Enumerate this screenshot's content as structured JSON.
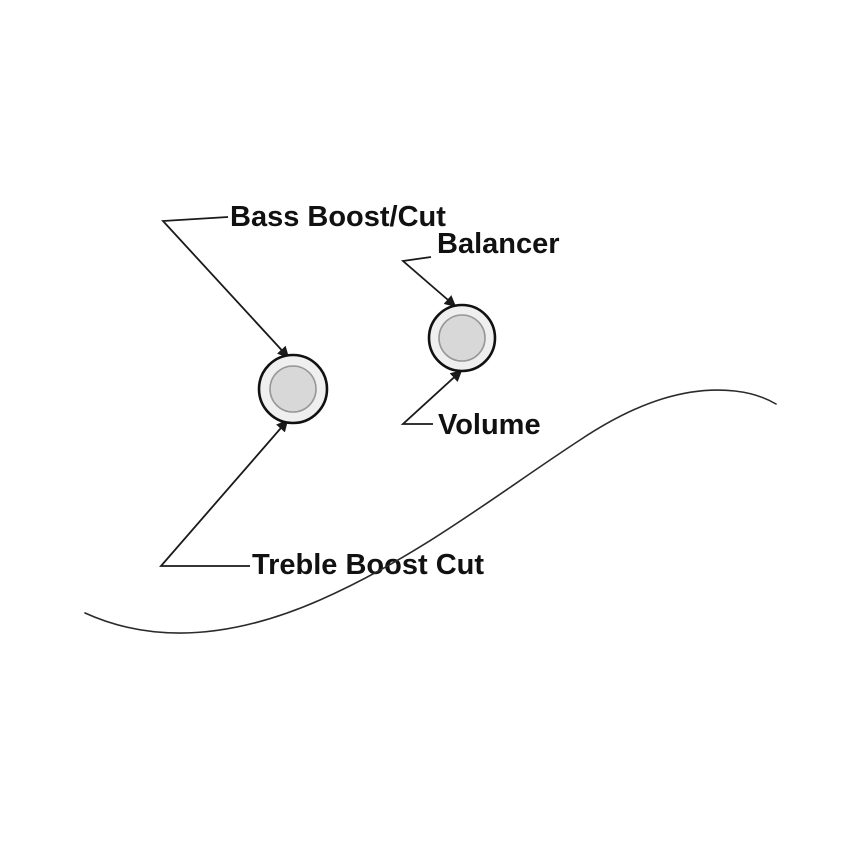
{
  "diagram": {
    "background": "#ffffff",
    "labels": {
      "bass": "Bass Boost/Cut",
      "balancer": "Balancer",
      "volume": "Volume",
      "treble": "Treble Boost Cut"
    },
    "knobs": {
      "left": {
        "name": "bass-treble-stacked-knob",
        "pointed_to_by": [
          "Bass Boost/Cut",
          "Treble Boost Cut"
        ]
      },
      "right": {
        "name": "volume-balancer-stacked-knob",
        "pointed_to_by": [
          "Balancer",
          "Volume"
        ]
      }
    },
    "colors": {
      "knob_ring": "#efefef",
      "knob_inner": "#d8d8d8",
      "line": "#1a1a1a",
      "text": "#111111"
    }
  }
}
